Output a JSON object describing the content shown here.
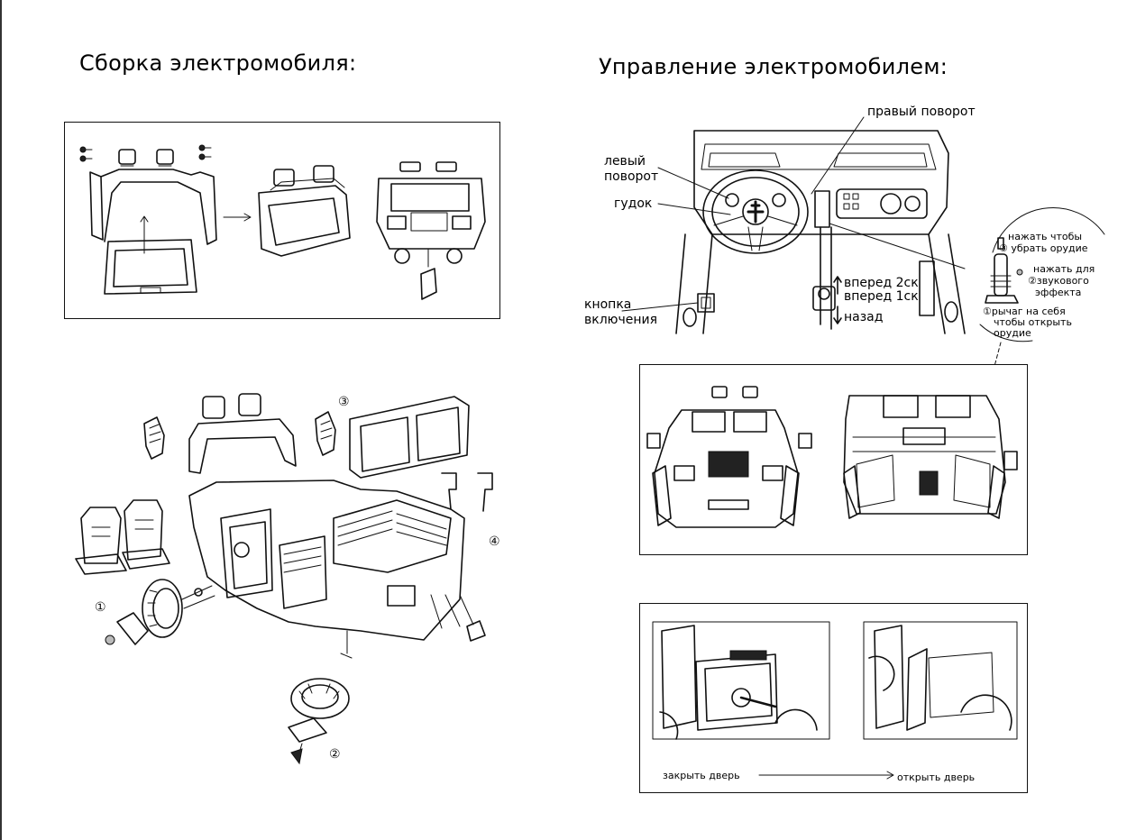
{
  "left": {
    "title": "Сборка электромобиля:",
    "callouts": [
      "①",
      "②",
      "③",
      "④"
    ]
  },
  "right": {
    "title": "Управление электромобилем:",
    "labels": {
      "right_turn": "правый поворот",
      "left_turn_1": "левый",
      "left_turn_2": "поворот",
      "horn": "гудок",
      "power_1": "кнопка",
      "power_2": "включения",
      "forward2": "вперед 2ск",
      "forward1": "вперед 1ск",
      "reverse": "назад"
    },
    "gun": {
      "l1": "нажать чтобы",
      "l2": "убрать орудие",
      "l3": "нажать для",
      "l4": "звукового",
      "l5": "эффекта",
      "l6": "рычаг на себя",
      "l7": "чтобы открыть",
      "l8": "орудие",
      "n1": "③",
      "n2": "②",
      "n3": "①"
    },
    "door": {
      "close": "закрыть дверь",
      "open": "открыть дверь"
    }
  },
  "icons": [
    "arrow-icon",
    "steering-wheel-icon",
    "gear-lever-icon"
  ]
}
